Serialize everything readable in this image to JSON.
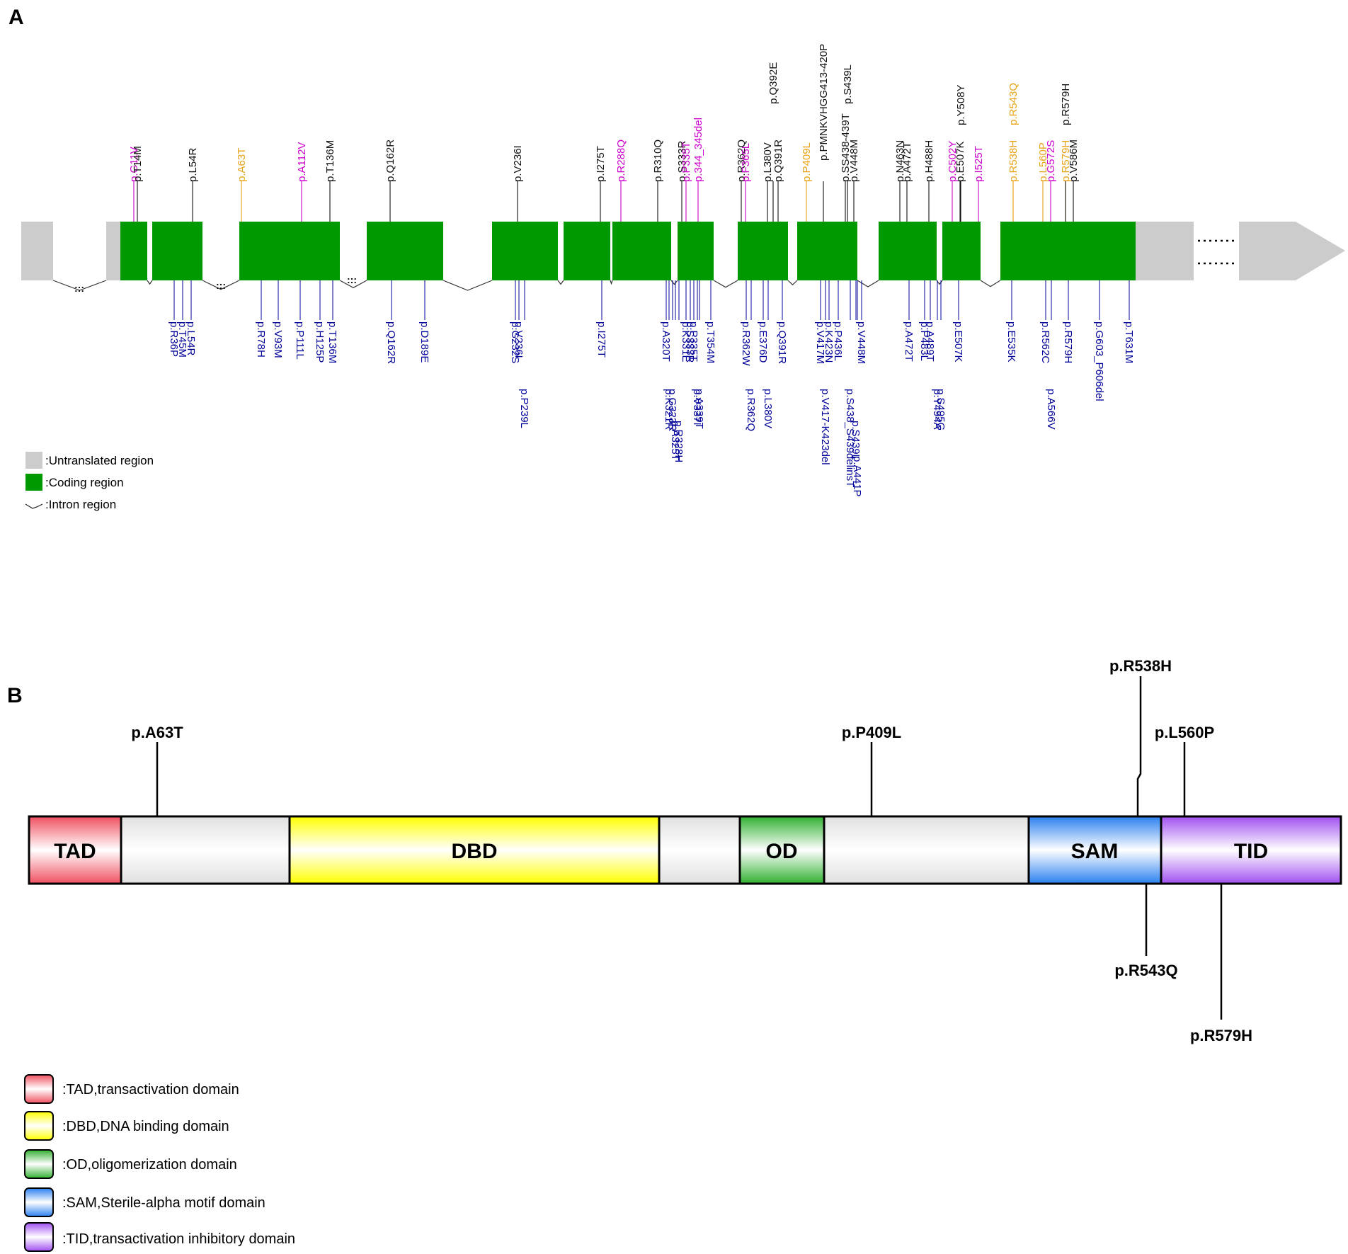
{
  "panel_a": {
    "label": "A",
    "colors": {
      "utr": "#cccccc",
      "cds": "#009900",
      "black": "#111111",
      "magenta": "#cc00cc",
      "orange": "#e8a317",
      "blue": "#000099"
    },
    "top_labels": [
      {
        "text": "p.G11V",
        "color": "magenta"
      },
      {
        "text": "p.T14M",
        "color": "black"
      },
      {
        "text": "p.L54R",
        "color": "black"
      },
      {
        "text": "p.A63T",
        "color": "orange"
      },
      {
        "text": "p.A112V",
        "color": "magenta"
      },
      {
        "text": "p.T136M",
        "color": "black"
      },
      {
        "text": "p.Q162R",
        "color": "black"
      },
      {
        "text": "p.V236I",
        "color": "black"
      },
      {
        "text": "p.I275T",
        "color": "black"
      },
      {
        "text": "p.R288Q",
        "color": "magenta"
      },
      {
        "text": "p.R310Q",
        "color": "black"
      },
      {
        "text": "p.S333R",
        "color": "black"
      },
      {
        "text": "p.P335T",
        "color": "magenta"
      },
      {
        "text": "p.344_345del",
        "color": "magenta"
      },
      {
        "text": "p.R362Q",
        "color": "black"
      },
      {
        "text": "p.F365L",
        "color": "magenta"
      },
      {
        "text": "p.L380V",
        "color": "black"
      },
      {
        "text": "p.Q391R",
        "color": "black"
      },
      {
        "text": "p.Q392E",
        "color": "black"
      },
      {
        "text": "p.P409L",
        "color": "orange"
      },
      {
        "text": "p.PMNKVHGG413-420P",
        "color": "black"
      },
      {
        "text": "p.SS438-439T",
        "color": "black"
      },
      {
        "text": "p.S439L",
        "color": "black"
      },
      {
        "text": "p.V448M",
        "color": "black"
      },
      {
        "text": "p.N463N",
        "color": "black"
      },
      {
        "text": "p.A472T",
        "color": "black"
      },
      {
        "text": "p.H488H",
        "color": "black"
      },
      {
        "text": "p.C502Y",
        "color": "magenta"
      },
      {
        "text": "p.E507K",
        "color": "black"
      },
      {
        "text": "p.Y508Y",
        "color": "black"
      },
      {
        "text": "p.I525T",
        "color": "magenta"
      },
      {
        "text": "p.R538H",
        "color": "orange"
      },
      {
        "text": "p.R543Q",
        "color": "orange"
      },
      {
        "text": "p.L560P",
        "color": "orange"
      },
      {
        "text": "p.G572S",
        "color": "magenta"
      },
      {
        "text": "p.R579H",
        "color": "orange"
      },
      {
        "text": "p.R579H",
        "color": "black"
      },
      {
        "text": "p.V586M",
        "color": "black"
      }
    ],
    "bottom_labels": [
      "p.R36P",
      "p.T45M",
      "p.L54R",
      "p.R78H",
      "p.V93M",
      "p.P111L",
      "p.H125P",
      "p.T136M",
      "p.Q162R",
      "p.D189E",
      "p.G232S",
      "p.V236I",
      "p.P239L",
      "p.I275T",
      "p.A320T",
      "p.K321R",
      "p.G323R",
      "p.A325T",
      "p.R328H",
      "p.K331E",
      "p.S333R",
      "p.P335T",
      "p.V337I",
      "p.A339T",
      "p.T354M",
      "p.R362W",
      "p.R362Q",
      "p.E376D",
      "p.L380V",
      "p.Q391R",
      "p.V417M",
      "p.V417-K423del",
      "p.K423N",
      "p.P436L",
      "p.S438_S439delinsT",
      "p.S439L",
      "p.A441P",
      "p.V448M",
      "p.A472T",
      "p.P483L",
      "p.A489T",
      "p.Y494A",
      "p.S495G",
      "p.E507K",
      "p.E535K",
      "p.R562C",
      "p.A566V",
      "p.R579H",
      "p.G603_P606del",
      "p.T631M"
    ],
    "legend": [
      {
        "label": ":Untranslated region"
      },
      {
        "label": ":Coding region"
      },
      {
        "label": ":Intron region"
      }
    ]
  },
  "panel_b": {
    "label": "B",
    "domains": [
      {
        "name": "TAD",
        "color": "#f0707a"
      },
      {
        "name": "",
        "color": "#e6e6e6"
      },
      {
        "name": "DBD",
        "color": "#ffff33"
      },
      {
        "name": "",
        "color": "#e6e6e6"
      },
      {
        "name": "OD",
        "color": "#4ab84a"
      },
      {
        "name": "",
        "color": "#e6e6e6"
      },
      {
        "name": "SAM",
        "color": "#3f8ff0"
      },
      {
        "name": "TID",
        "color": "#b469f0"
      }
    ],
    "mutations_above": [
      "p.A63T",
      "p.P409L",
      "p.R538H",
      "p.L560P"
    ],
    "mutations_below": [
      "p.R543Q",
      "p.R579H"
    ],
    "legend": [
      {
        "label": ":TAD,transactivation domain",
        "color": "#f0707a"
      },
      {
        "label": ":DBD,DNA binding domain",
        "color": "#ffff33"
      },
      {
        "label": ":OD,oligomerization domain",
        "color": "#4ab84a"
      },
      {
        "label": ":SAM,Sterile-alpha motif domain",
        "color": "#3f8ff0"
      },
      {
        "label": ":TID,transactivation inhibitory domain",
        "color": "#b469f0"
      }
    ]
  }
}
